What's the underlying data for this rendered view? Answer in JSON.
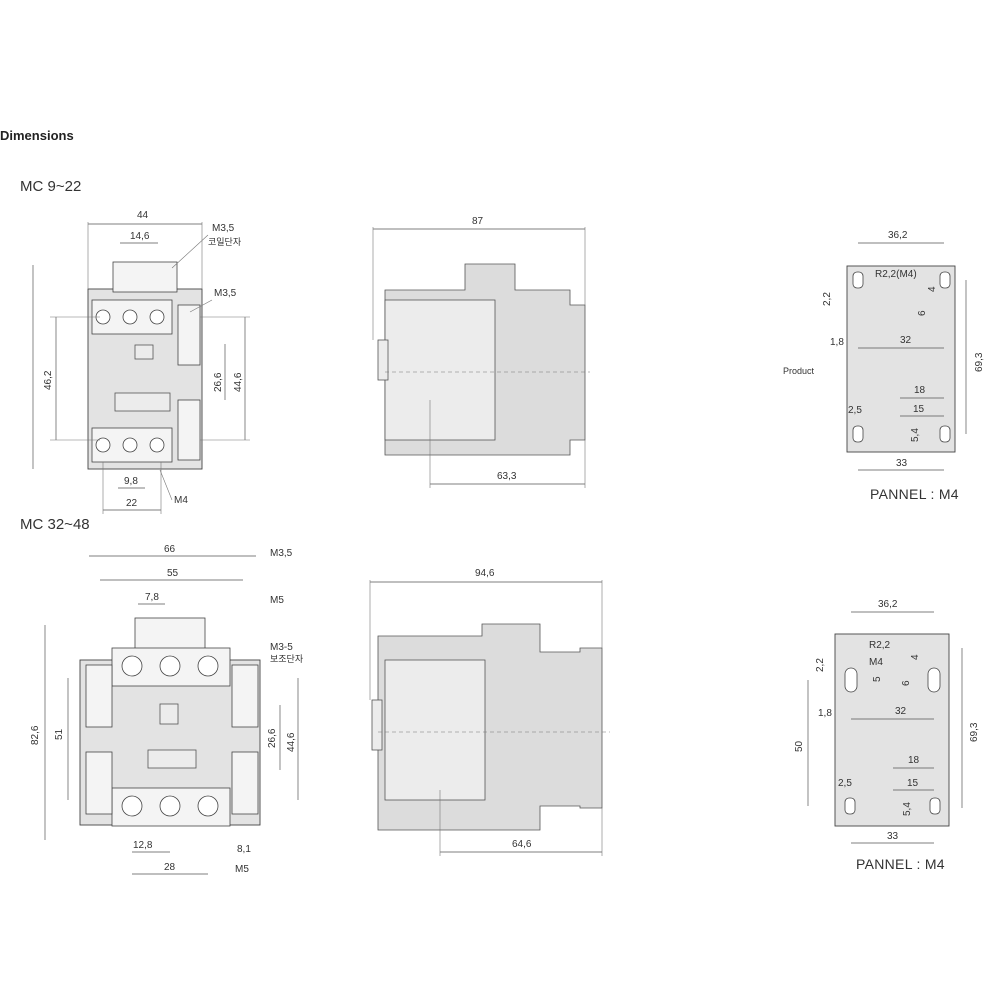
{
  "title": "Dimensions",
  "models": [
    {
      "label": "MC 9~22",
      "front": {
        "w": "44",
        "pitch": "14,6",
        "term1": "M3,5",
        "term1_note": "코일단자",
        "term2": "M3,5",
        "h": "46,2",
        "h2": "26,6",
        "h3": "44,6",
        "b1": "9,8",
        "b2": "22",
        "b3": "M4"
      },
      "side": {
        "depth": "87",
        "depth2": "63,3"
      },
      "panel": {
        "w": "36,2",
        "r": "R2,2(M4)",
        "d1": "4",
        "d2": "6",
        "d3": "2,2",
        "d4": "1,8",
        "d5": "32",
        "d6": "18",
        "d7": "2,5",
        "d8": "15",
        "d9": "5,4",
        "d10": "33",
        "h": "69,3",
        "side_note": "Product",
        "caption": "PANNEL : M4"
      }
    },
    {
      "label": "MC 32~48",
      "front": {
        "w": "66",
        "w2": "55",
        "pitch": "7,8",
        "term1": "M3,5",
        "term2": "M5",
        "term3": "M3-5",
        "term3_note": "보조단자",
        "h": "82,6",
        "h1": "51",
        "h2": "26,6",
        "h3": "44,6",
        "b1": "12,8",
        "b2": "28",
        "b3": "8,1",
        "b4": "M5"
      },
      "side": {
        "depth": "94,6",
        "depth2": "64,6"
      },
      "panel": {
        "w": "36,2",
        "r": "R2,2",
        "r2": "M4",
        "d1": "4",
        "d2": "6",
        "d3": "2,2",
        "d4": "5",
        "d5": "1,8",
        "d6": "32",
        "d7": "18",
        "d8": "2,5",
        "d9": "15",
        "d10": "5,4",
        "d11": "33",
        "h": "69,3",
        "h2": "50",
        "caption": "PANNEL : M4"
      }
    }
  ]
}
